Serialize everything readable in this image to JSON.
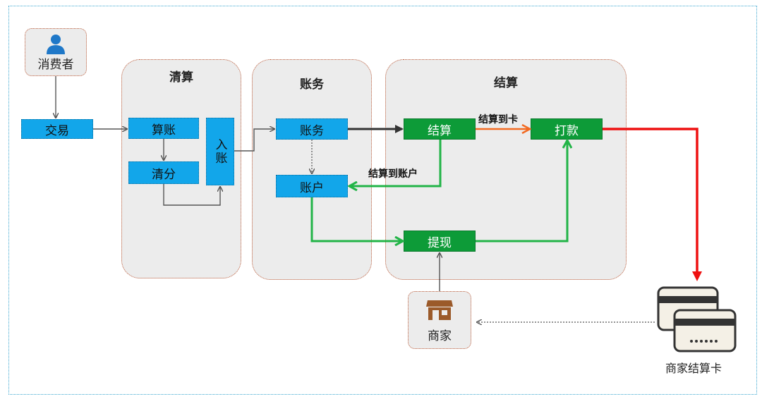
{
  "panels": {
    "clearing": "清算",
    "accounting": "账务",
    "settlement": "结算"
  },
  "nodes": {
    "consumer": "消费者",
    "transaction": "交易",
    "bookkeeping": "算账",
    "clearing_split": "清分",
    "posting": "入账",
    "ledger": "账务",
    "account": "账户",
    "settle": "结算",
    "payout": "打款",
    "withdraw": "提现",
    "merchant": "商家",
    "merchant_card": "商家结算卡"
  },
  "edge_labels": {
    "settle_to_card": "结算到卡",
    "settle_to_account": "结算到账户"
  },
  "icons": {
    "consumer": "person-icon",
    "merchant": "storefront-icon",
    "card": "bank-card-icon"
  },
  "colors": {
    "blue_box": "#12a6ea",
    "green_box": "#0d9b38",
    "green_arrow": "#22b447",
    "red_arrow": "#ee1111",
    "orange_arrow": "#f26a22"
  }
}
